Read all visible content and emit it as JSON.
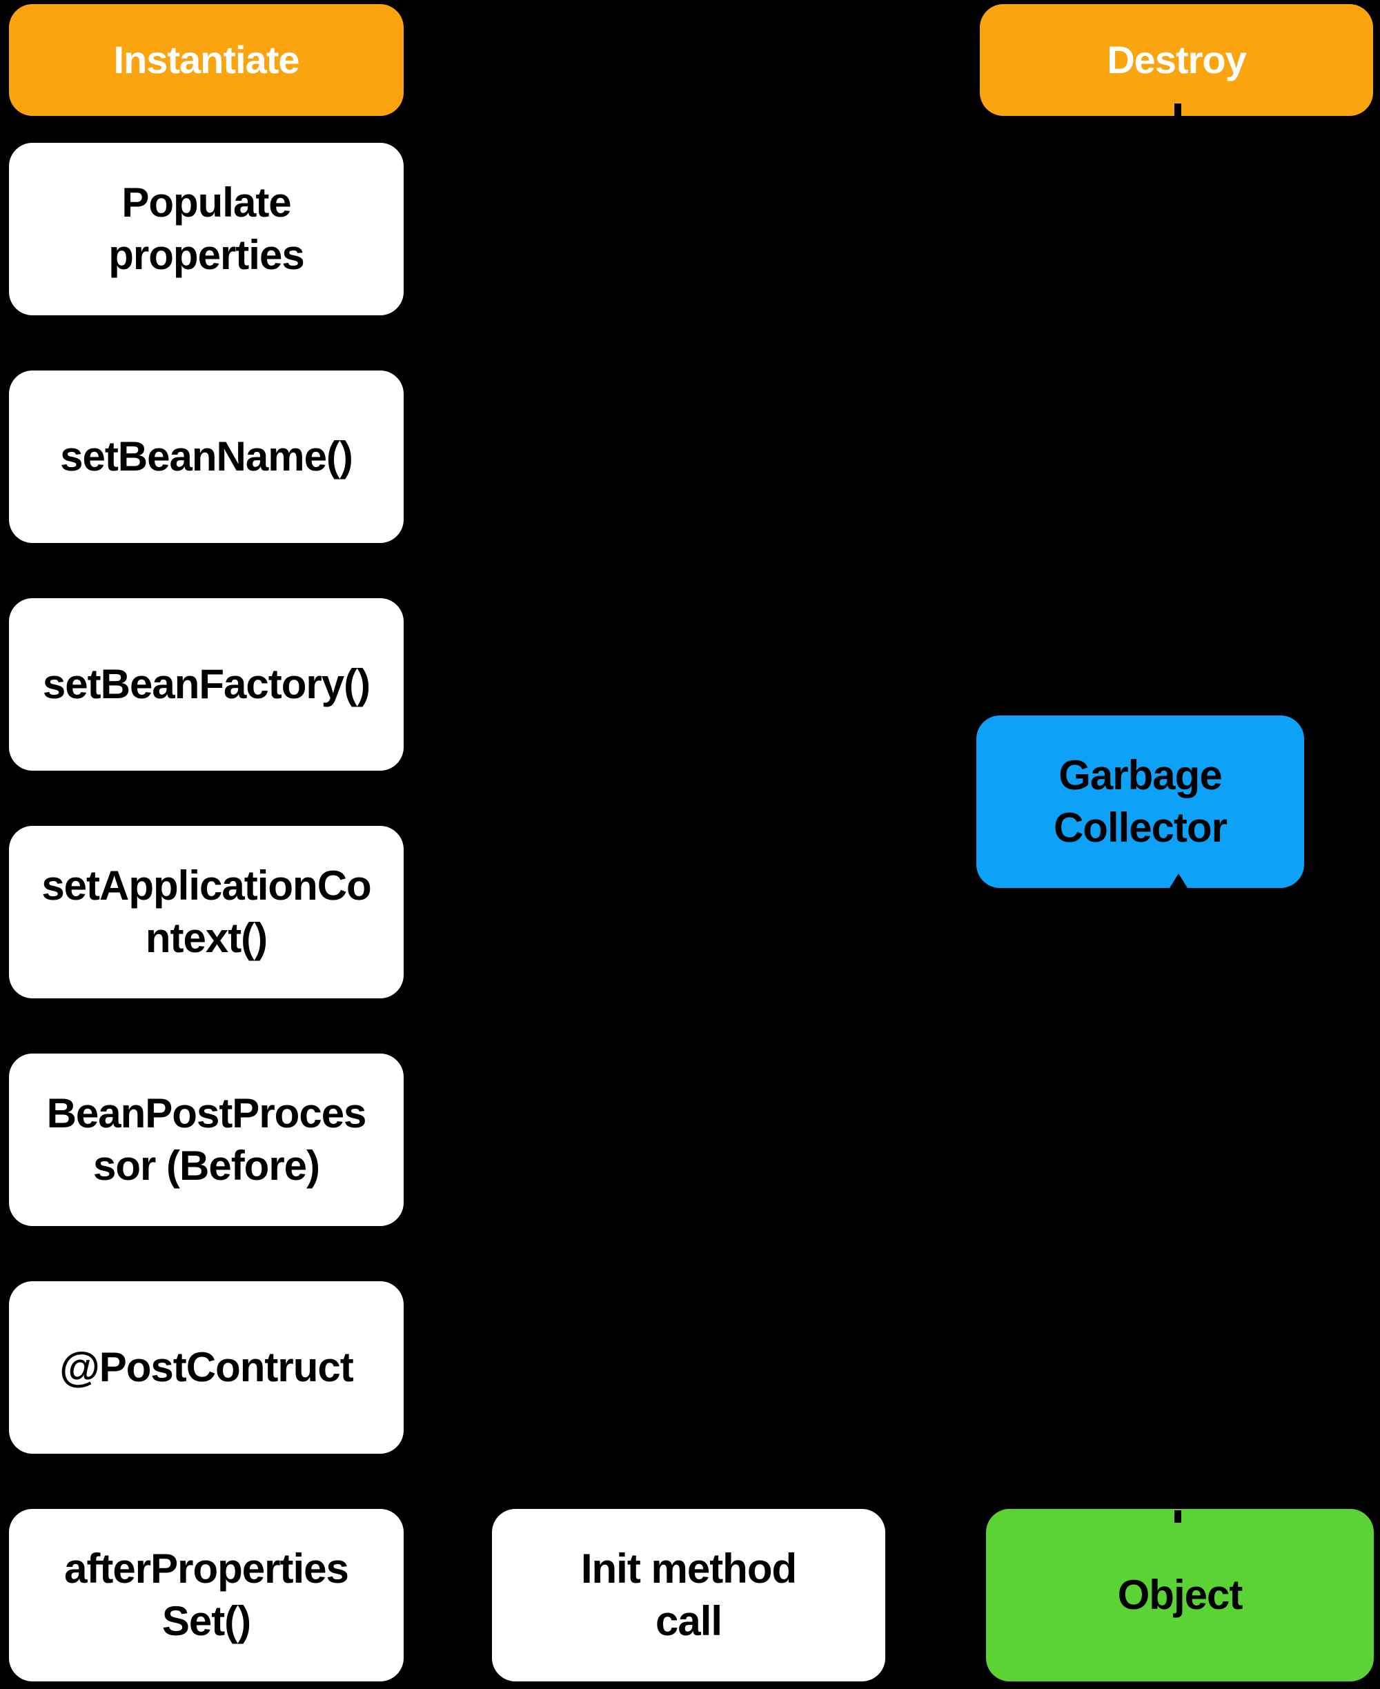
{
  "palette": {
    "background": "#000000",
    "phase_fill": "#FAA50F",
    "phase_text": "#FFFFFF",
    "step_fill": "#FFFFFF",
    "step_text": "#000000",
    "garbage_collector_fill": "#0DA1F7",
    "object_fill": "#5BD335",
    "connector": "#000000"
  },
  "boxes": {
    "instantiate": {
      "label": "Instantiate"
    },
    "destroy": {
      "label": "Destroy"
    },
    "populate_properties": {
      "label": "Populate\nproperties"
    },
    "set_bean_name": {
      "label": "setBeanName()"
    },
    "set_bean_factory": {
      "label": "setBeanFactory()"
    },
    "set_application_context": {
      "label": "setApplicationCo\nntext()"
    },
    "bean_post_processor_before": {
      "label": "BeanPostProces\nsor (Before)"
    },
    "post_construct": {
      "label": "@PostContruct"
    },
    "after_properties_set": {
      "label": "afterProperties\nSet()"
    },
    "init_method_call": {
      "label": "Init method\ncall"
    },
    "garbage_collector": {
      "label": "Garbage\nCollector"
    },
    "object": {
      "label": "Object"
    }
  }
}
